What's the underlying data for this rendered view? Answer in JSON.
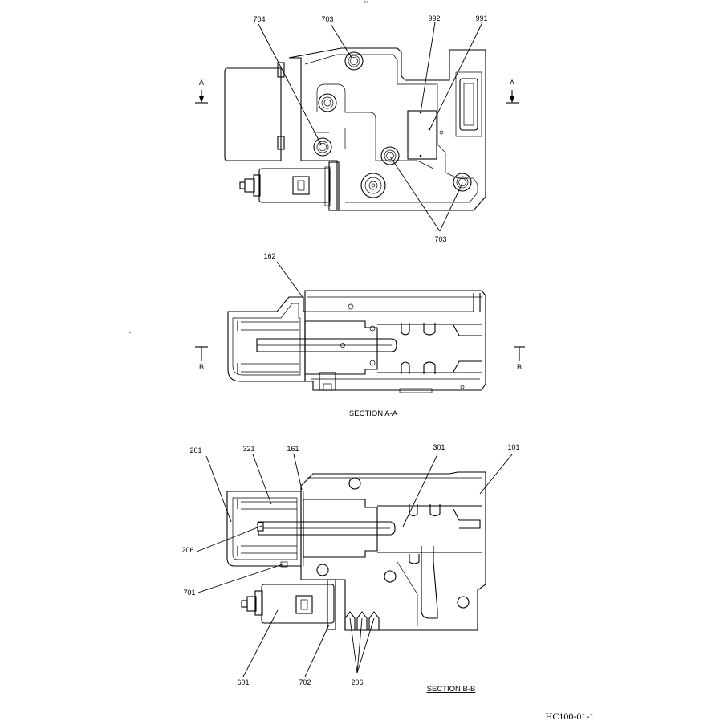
{
  "top_view": {
    "labels": {
      "l704": "704",
      "l703a": "703",
      "l992": "992",
      "l991": "991",
      "l703b": "703",
      "sec_a_left": "A",
      "sec_a_right": "A"
    }
  },
  "section_aa": {
    "caption": "SECTION  A-A",
    "labels": {
      "l162": "162",
      "sec_b_left": "B",
      "sec_b_right": "B"
    }
  },
  "section_bb": {
    "caption": "SECTION  B-B",
    "labels": {
      "l201": "201",
      "l321": "321",
      "l161": "161",
      "l301": "301",
      "l101": "101",
      "l206a": "206",
      "l701": "701",
      "l601": "601",
      "l702": "702",
      "l206b": "206"
    }
  },
  "drawing_ref": "HC100-01-1"
}
